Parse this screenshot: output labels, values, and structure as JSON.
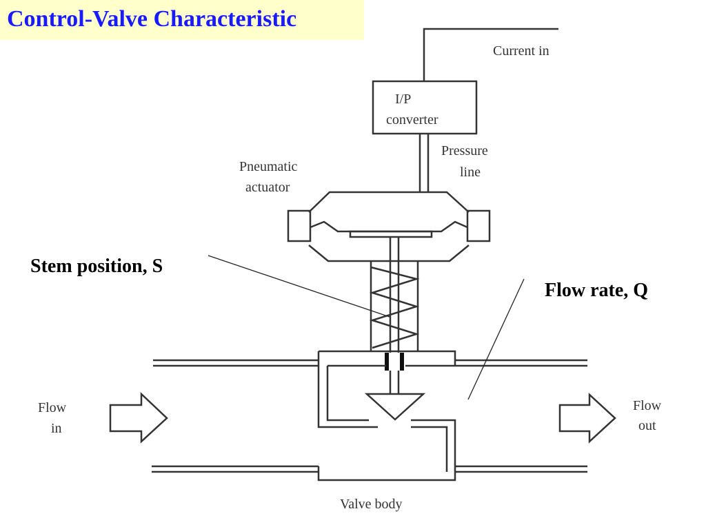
{
  "title": {
    "text": "Control-Valve Characteristic",
    "color": "#1a1aff",
    "background": "#ffffcc"
  },
  "labels": {
    "current_in": "Current in",
    "ip_line1": "I/P",
    "ip_line2": "converter",
    "pressure_line1": "Pressure",
    "pressure_line2": "line",
    "pneumatic_line1": "Pneumatic",
    "pneumatic_line2": "actuator",
    "stem_position": "Stem position, S",
    "flow_rate": "Flow rate, Q",
    "flow_in_line1": "Flow",
    "flow_in_line2": "in",
    "flow_out_line1": "Flow",
    "flow_out_line2": "out",
    "valve_body": "Valve body"
  }
}
